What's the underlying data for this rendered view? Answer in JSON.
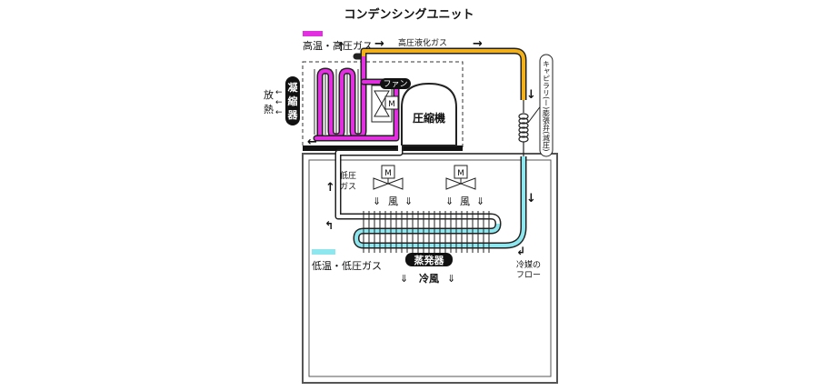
{
  "title": "コンデンシングユニット",
  "legend": {
    "hot": {
      "label": "高温・高圧ガス",
      "color": "#e22fe0"
    },
    "cold": {
      "label": "低温・低圧ガス",
      "color": "#8ee6ee"
    }
  },
  "labels": {
    "hp_liquid": "高圧液化ガス",
    "heat_release": [
      "放",
      "熱"
    ],
    "condenser": [
      "凝",
      "縮",
      "器"
    ],
    "fan": "ファン",
    "motor": "M",
    "compressor": "圧縮機",
    "capillary": "キャピラリ(ー)膨張弁(減圧)",
    "lp_gas": [
      "低圧",
      "ガス"
    ],
    "wind": "風",
    "evaporator": "蒸発器",
    "cold_wind": "冷風",
    "refrigerant_flow": [
      "冷媒の",
      "フロー"
    ]
  },
  "colors": {
    "hot_pipe": "#e22fe0",
    "liquid_pipe": "#f2b01a",
    "cold_pipe": "#8ee6ee",
    "outline": "#222222"
  }
}
